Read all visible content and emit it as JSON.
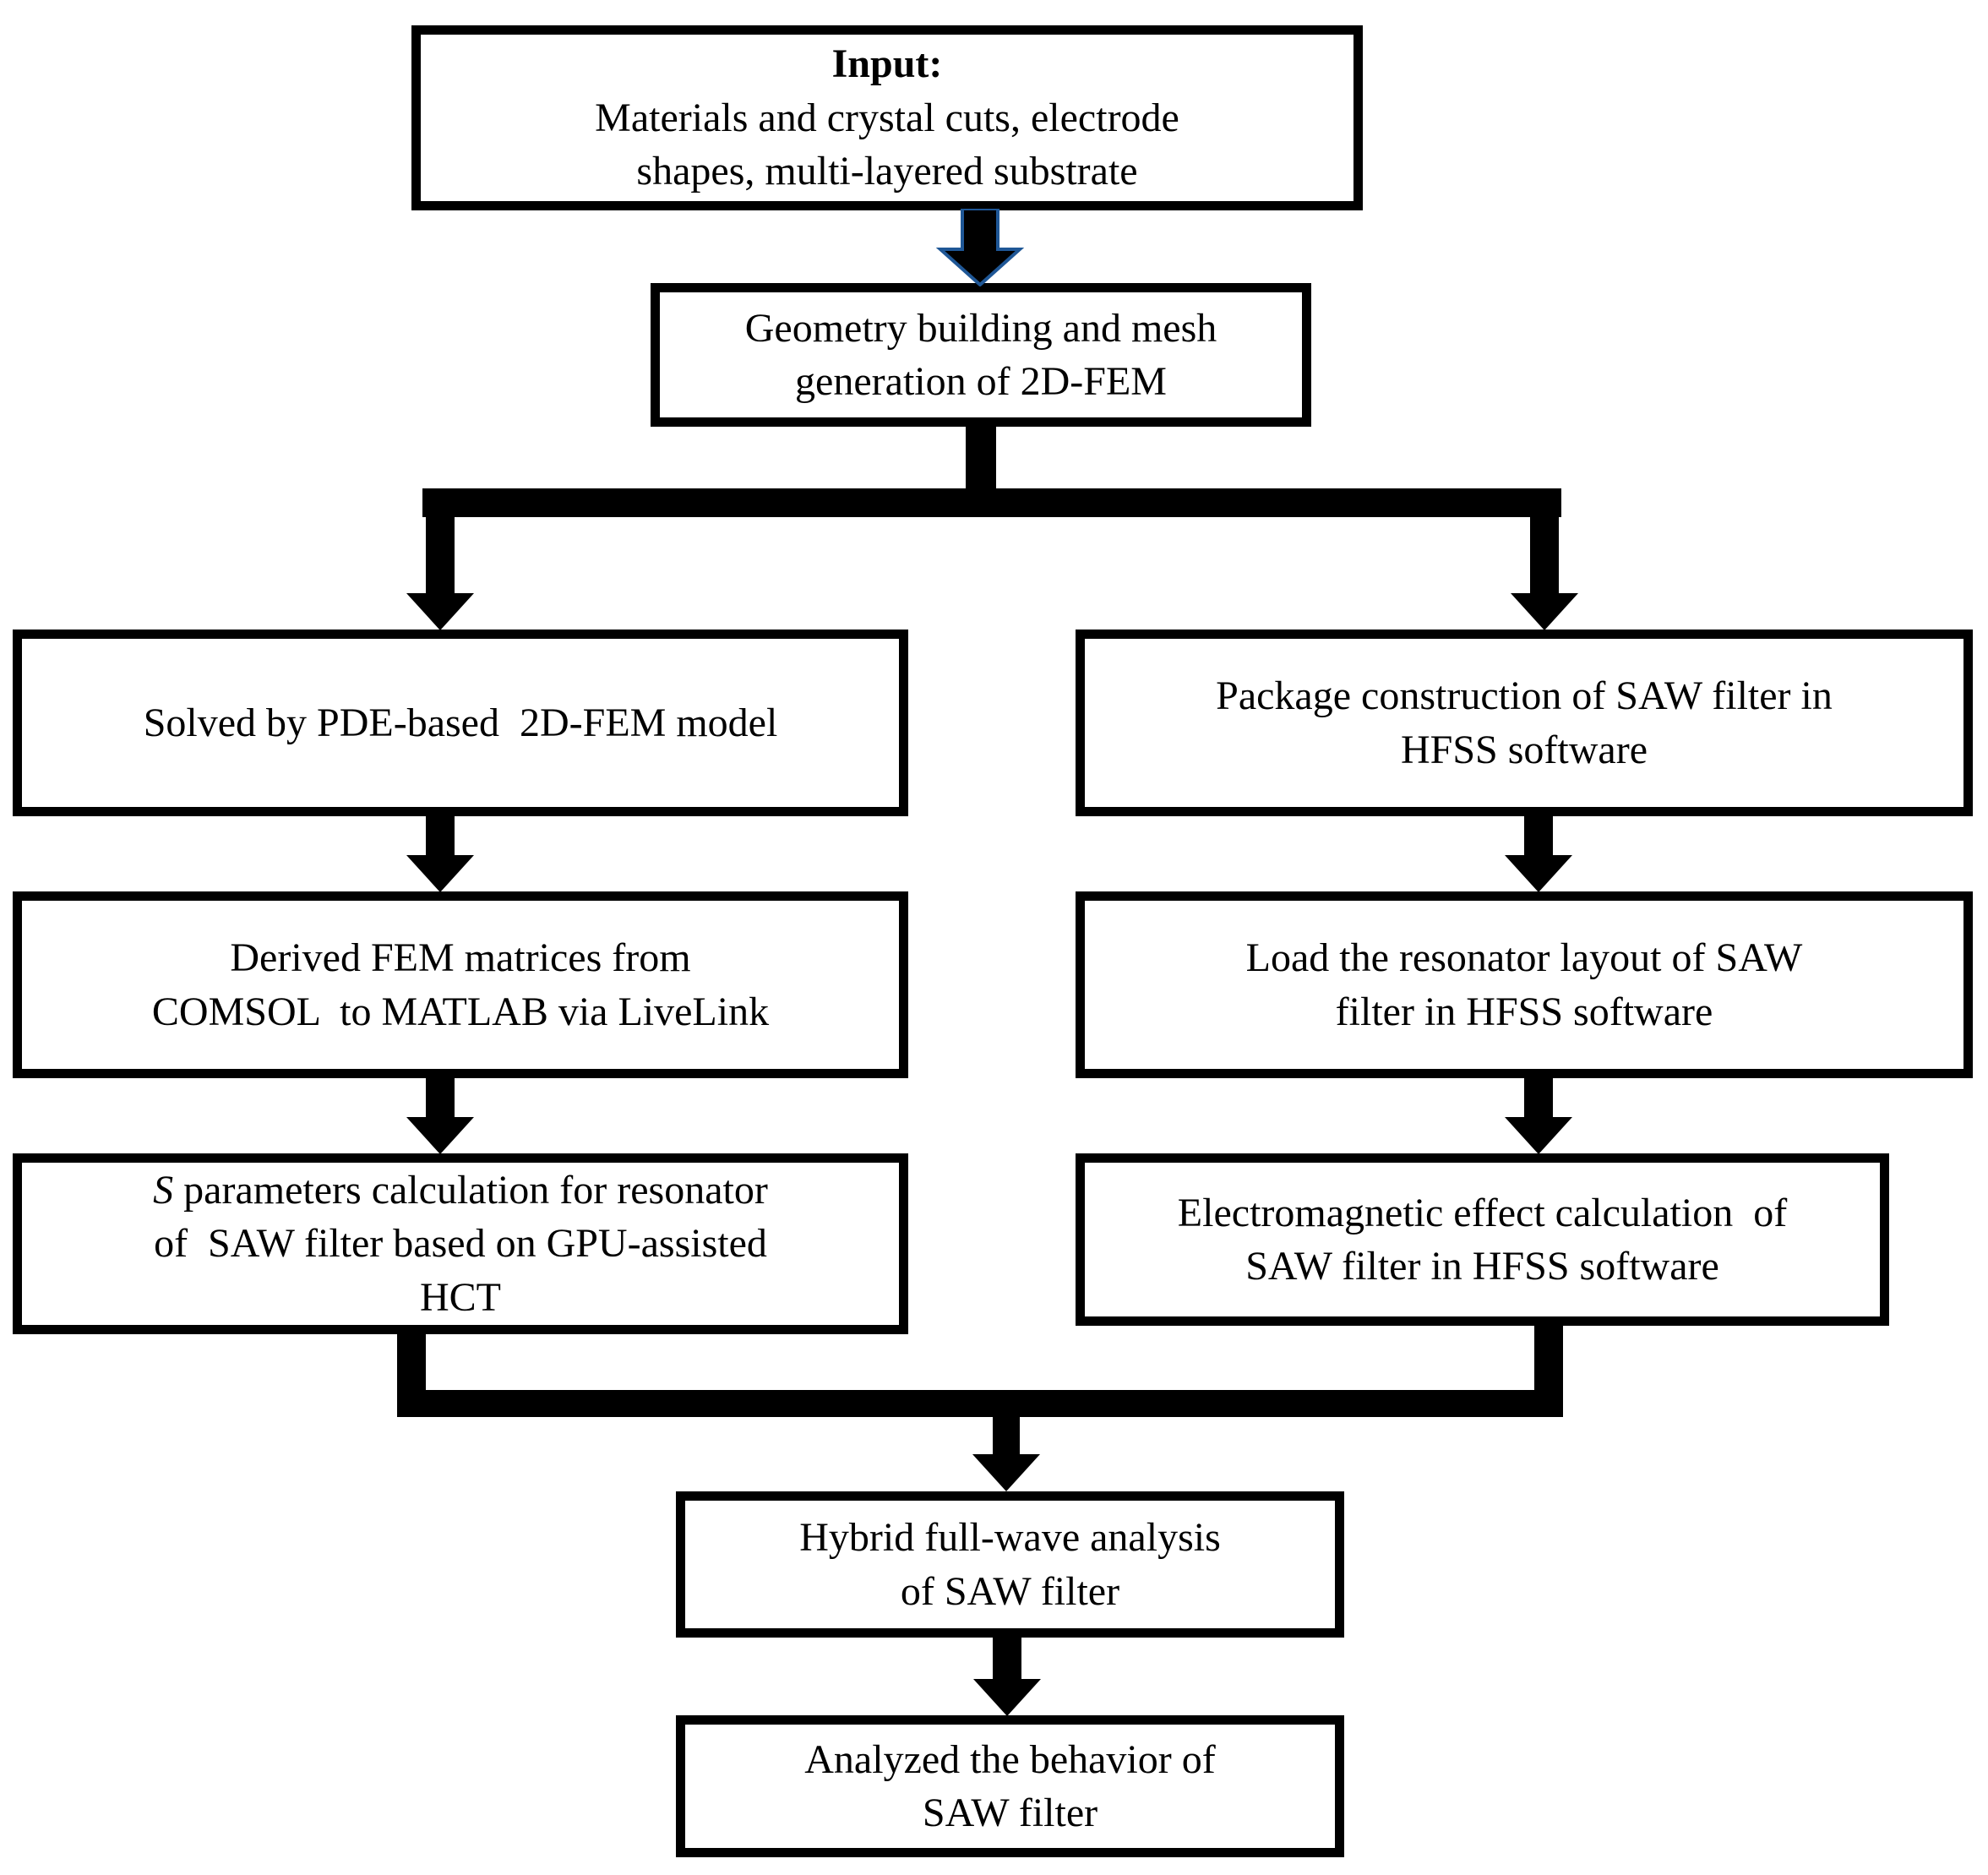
{
  "diagram": {
    "title_hint": "Hybrid full-wave analysis flow of SAW filter",
    "nodes": {
      "input": {
        "heading": "Input:",
        "text": "Materials and crystal cuts, electrode\nshapes, multi-layered substrate"
      },
      "geometry": {
        "text": "Geometry building and mesh\ngeneration of 2D-FEM"
      },
      "solved": {
        "text": "Solved by PDE-based  2D-FEM model"
      },
      "package": {
        "text": "Package construction of SAW filter in\nHFSS software"
      },
      "derived": {
        "text": "Derived FEM matrices from\nCOMSOL  to MATLAB via LiveLink"
      },
      "load": {
        "text": "Load the resonator layout of SAW\nfilter in HFSS software"
      },
      "sparams": {
        "italic_prefix": "S",
        "text": " parameters calculation for resonator\nof  SAW filter based on GPU-assisted\nHCT"
      },
      "em": {
        "text": "Electromagnetic effect calculation  of\nSAW filter in HFSS software"
      },
      "hybrid": {
        "text": "Hybrid full-wave analysis\nof SAW filter"
      },
      "analyzed": {
        "text": "Analyzed the behavior of\nSAW filter"
      }
    },
    "colors": {
      "background": "#ffffff",
      "box_border": "#000000",
      "text": "#000000",
      "arrow_fill": "#000000",
      "first_arrow_outline": "#1f5796"
    }
  }
}
